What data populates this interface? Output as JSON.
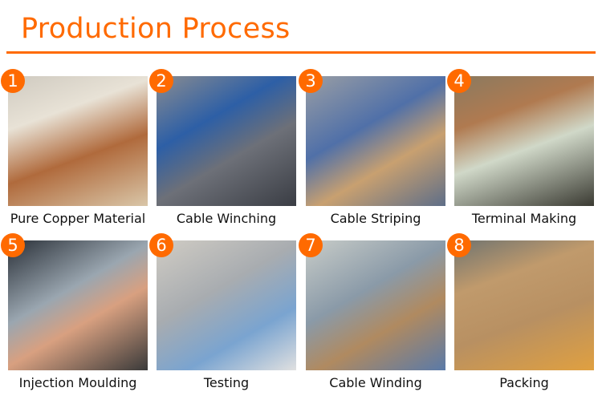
{
  "title": "Production Process",
  "accent_color": "#ff6a00",
  "steps": [
    {
      "number": "1",
      "label": "Pure Copper Material"
    },
    {
      "number": "2",
      "label": "Cable Winching"
    },
    {
      "number": "3",
      "label": "Cable Striping"
    },
    {
      "number": "4",
      "label": "Terminal Making"
    },
    {
      "number": "5",
      "label": "Injection Moulding"
    },
    {
      "number": "6",
      "label": "Testing"
    },
    {
      "number": "7",
      "label": "Cable Winding"
    },
    {
      "number": "8",
      "label": "Packing"
    }
  ]
}
